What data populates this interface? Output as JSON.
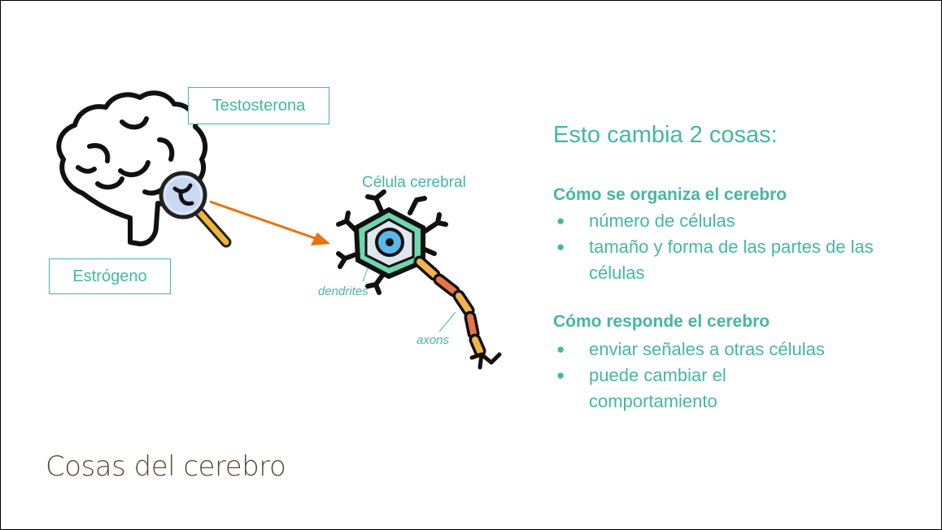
{
  "slide": {
    "hormones": {
      "top_label": "Testosterona",
      "bottom_label": "Estrógeno"
    },
    "cell": {
      "title": "Célula cerebral",
      "dendrites_label": "dendrites",
      "axons_label": "axons"
    },
    "content": {
      "heading": "Esto cambia 2 cosas:",
      "section1": {
        "title": "Cómo se organiza el cerebro",
        "items": [
          "número de células",
          "tamaño y forma de las partes de las células"
        ]
      },
      "section2": {
        "title": "Cómo responde el cerebro",
        "items": [
          "enviar señales a otras células",
          "puede cambiar el comportamiento"
        ]
      }
    },
    "footer_title": "Cosas del cerebro",
    "colors": {
      "accent": "#45b6a6",
      "title_brown": "#5c4a36",
      "arrow_orange": "#e8720c"
    },
    "icons": [
      "brain-icon",
      "magnifying-glass-icon",
      "neuron-icon",
      "arrow-icon"
    ]
  }
}
